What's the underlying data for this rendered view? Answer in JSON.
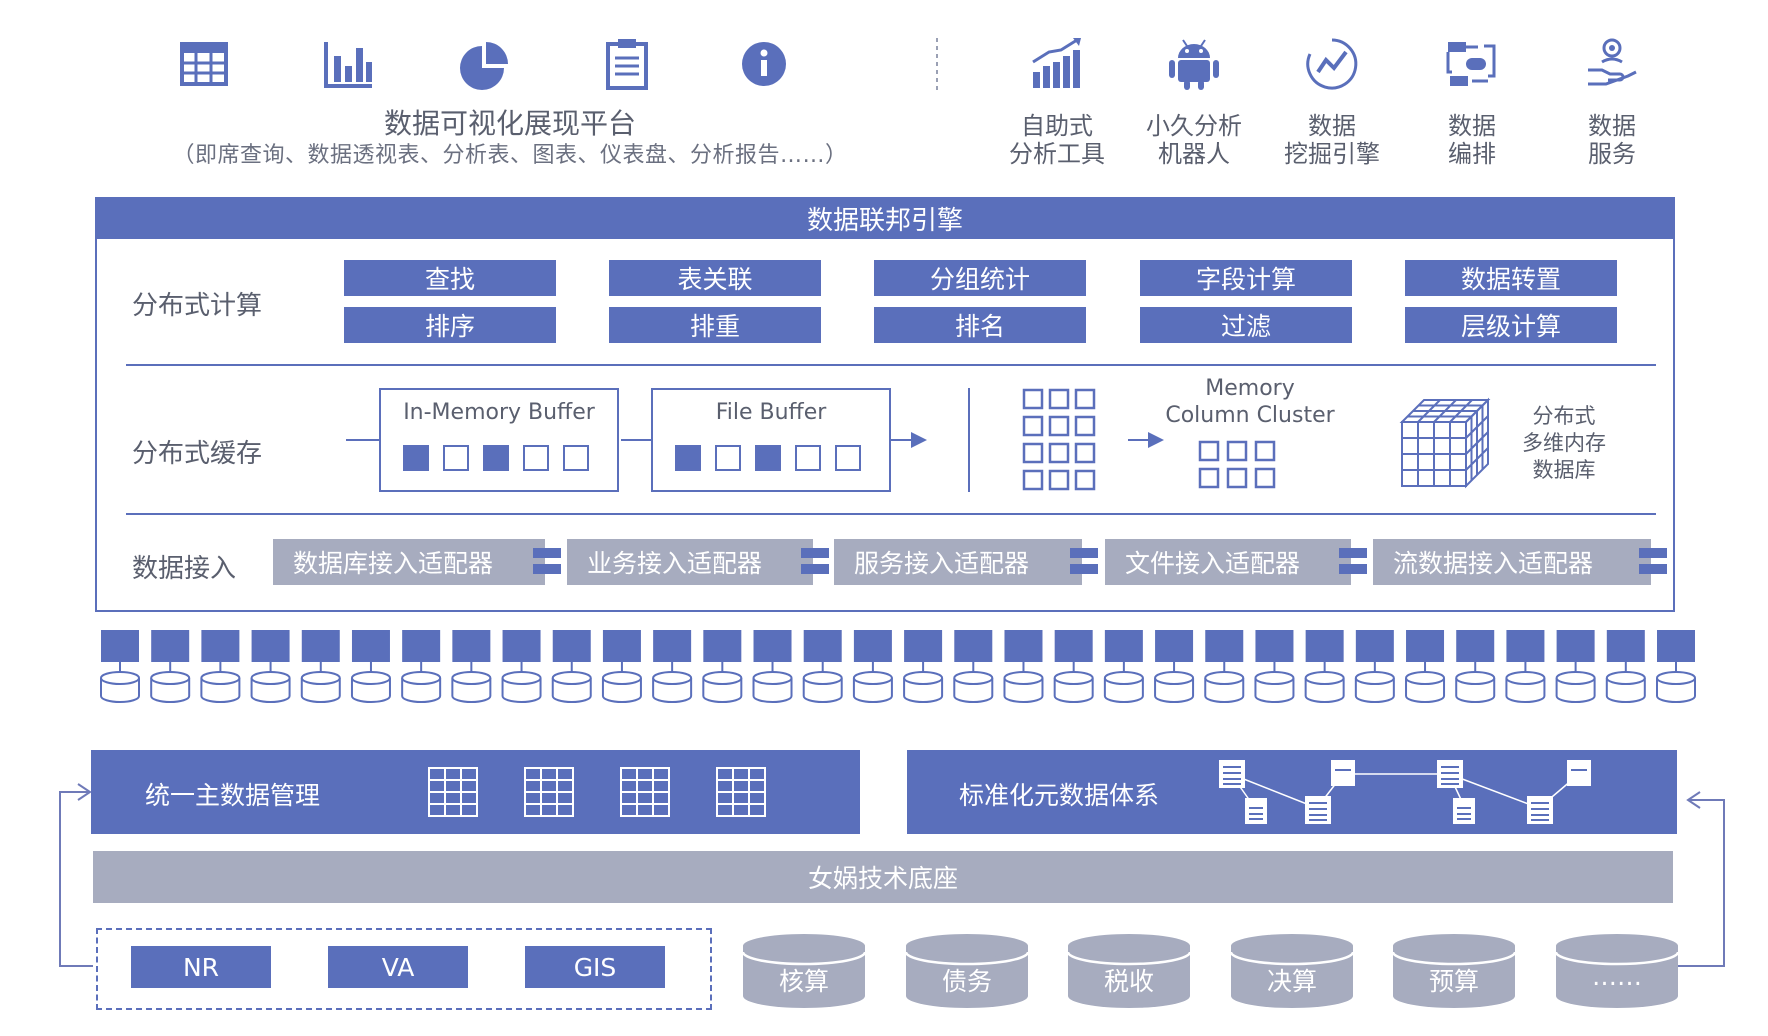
{
  "top": {
    "platform_title": "数据可视化展现平台",
    "platform_subtitle": "（即席查询、数据透视表、分析表、图表、仪表盘、分析报告……）",
    "left_icons": [
      "table-icon",
      "bar-chart-icon",
      "pie-chart-icon",
      "clipboard-icon",
      "info-icon"
    ],
    "tools": [
      {
        "label": "自助式\n分析工具",
        "icon": "growth-chart-icon"
      },
      {
        "label": "小久分析\n机器人",
        "icon": "android-robot-icon"
      },
      {
        "label": "数据\n挖掘引擎",
        "icon": "trend-circle-icon"
      },
      {
        "label": "数据\n编排",
        "icon": "orchestration-icon"
      },
      {
        "label": "数据\n服务",
        "icon": "service-hand-icon"
      }
    ]
  },
  "engine": {
    "title": "数据联邦引擎",
    "compute": {
      "label": "分布式计算",
      "ops_row1": [
        "查找",
        "表关联",
        "分组统计",
        "字段计算",
        "数据转置"
      ],
      "ops_row2": [
        "排序",
        "排重",
        "排名",
        "过滤",
        "层级计算"
      ]
    },
    "cache": {
      "label": "分布式缓存",
      "in_memory_buffer": "In-Memory Buffer",
      "file_buffer": "File Buffer",
      "memory_cluster": "Memory\nColumn Cluster",
      "mddb": "分布式\n多维内存\n数据库"
    },
    "ingest": {
      "label": "数据接入",
      "adapters": [
        "数据库接入适配器",
        "业务接入适配器",
        "服务接入适配器",
        "文件接入适配器",
        "流数据接入适配器"
      ]
    }
  },
  "bottom": {
    "mdm_title": "统一主数据管理",
    "metadata_title": "标准化元数据体系",
    "base_title": "女娲技术底座",
    "sources": [
      "NR",
      "VA",
      "GIS"
    ],
    "databases": [
      "核算",
      "债务",
      "税收",
      "决算",
      "预算",
      "……"
    ]
  },
  "colors": {
    "primary": "#5a6fbb",
    "gray": "#a7acbf",
    "text": "#5a5f6e"
  }
}
